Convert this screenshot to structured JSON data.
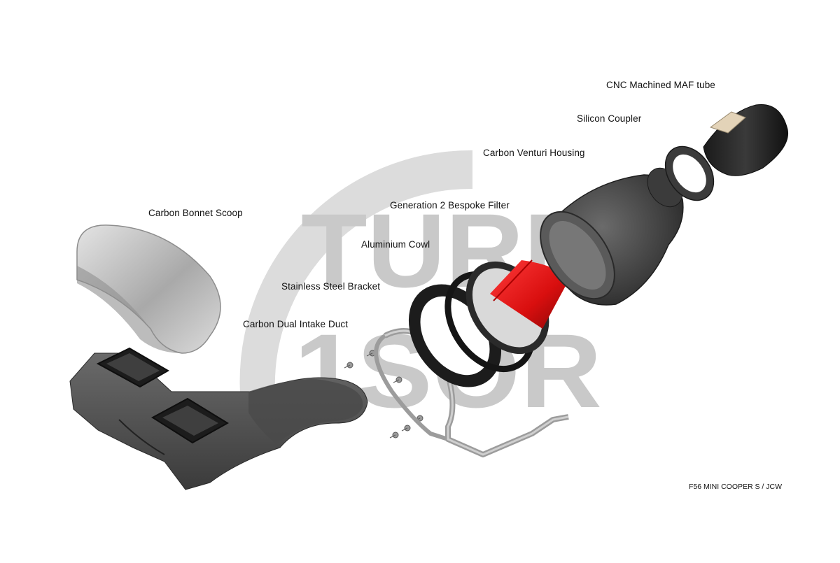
{
  "labels": {
    "maf_tube": "CNC Machined MAF tube",
    "silicon_coupler": "Silicon Coupler",
    "venturi_housing": "Carbon Venturi Housing",
    "bespoke_filter": "Generation 2 Bespoke Filter",
    "aluminium_cowl": "Aluminium Cowl",
    "bonnet_scoop": "Carbon Bonnet Scoop",
    "steel_bracket": "Stainless Steel Bracket",
    "dual_intake_duct": "Carbon Dual Intake Duct"
  },
  "model_caption": "F56 MINI COOPER S / JCW",
  "watermark": {
    "line1": "TURN",
    "line2": "1SOR"
  },
  "colors": {
    "filter_red": "#d90f0f",
    "carbon_dark": "#3a3a3a",
    "watermark_grey": "#c9c9c9",
    "scoop_silver": "#bdbdbd"
  }
}
